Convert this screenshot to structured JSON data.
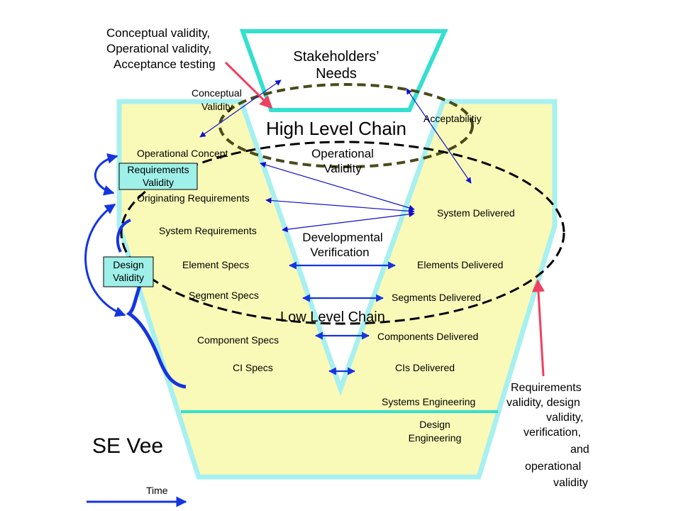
{
  "colors": {
    "cream": "#fafab8",
    "cyan_border": "#a8f0f0",
    "cyan_fill": "#9ef0e8",
    "turquoise": "#33e0d0",
    "navy": "#1010cc",
    "blue": "#1535e0",
    "red": "#f04060",
    "olive": "#4a4a1a",
    "black": "#000000"
  },
  "top_left_note": [
    "Conceptual validity,",
    "Operational validity,",
    "Acceptance testing"
  ],
  "stakeholders": [
    "Stakeholders’",
    "Needs"
  ],
  "conceptual_validity": [
    "Conceptual",
    "Validity"
  ],
  "acceptability": "Acceptabilitiy",
  "high_level_chain": "High Level Chain",
  "operational_validity": [
    "Operational",
    "Validity"
  ],
  "developmental_verification": [
    "Developmental",
    "Verification"
  ],
  "low_level_chain": "Low Level Chain",
  "left_levels": {
    "operational_concept": "Operational Concept",
    "originating_requirements": "Originating Requirements",
    "system_requirements": "System Requirements",
    "element_specs": "Element Specs",
    "segment_specs": "Segment Specs",
    "component_specs": "Component Specs",
    "ci_specs": "CI Specs"
  },
  "right_levels": {
    "system_delivered": "System Delivered",
    "elements_delivered": "Elements Delivered",
    "segments_delivered": "Segments Delivered",
    "components_delivered": "Components Delivered",
    "cis_delivered": "CIs Delivered"
  },
  "requirements_validity_box": [
    "Requirements",
    "Validity"
  ],
  "design_validity_box": [
    "Design",
    "Validity"
  ],
  "systems_engineering": "Systems Engineering",
  "design_engineering": [
    "Design",
    "Engineering"
  ],
  "se_vee": "SE Vee",
  "time": "Time",
  "bottom_right_note": [
    "Requirements",
    "validity, design",
    "validity,",
    "verification,",
    "and",
    "operational",
    "validity"
  ]
}
